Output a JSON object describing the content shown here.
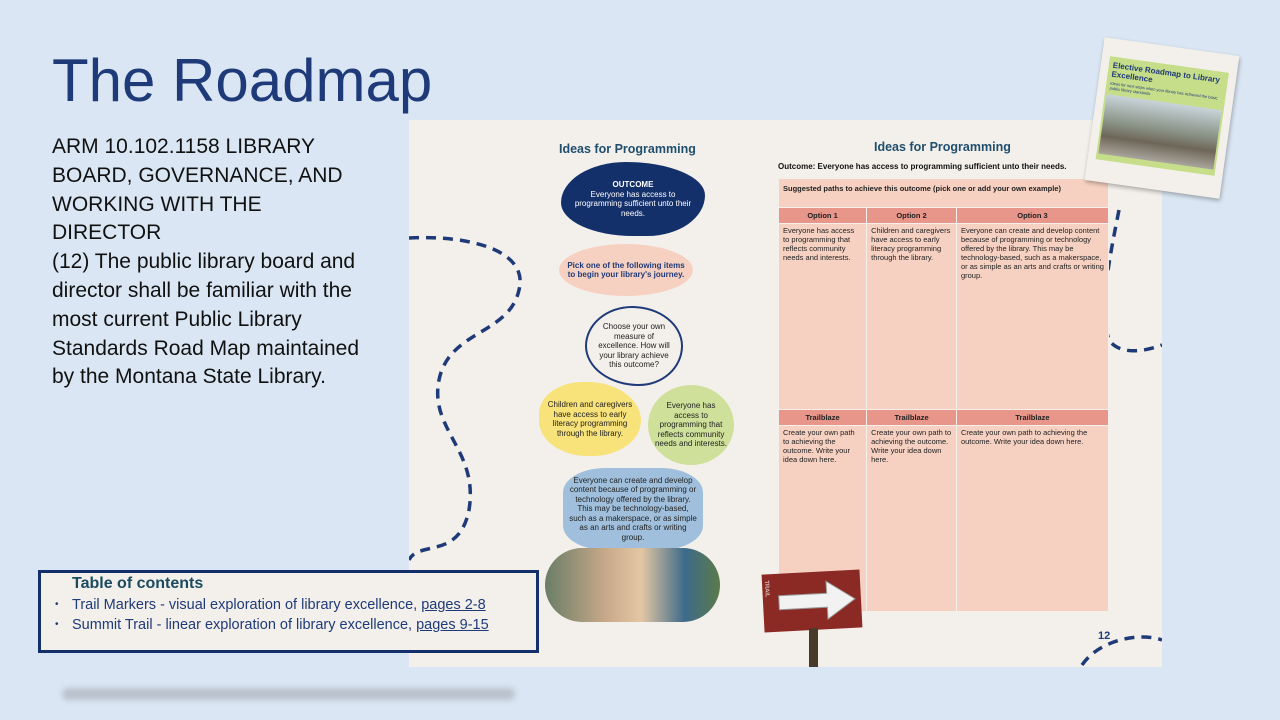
{
  "slide": {
    "title": "The Roadmap",
    "body": "ARM 10.102.1158 LIBRARY BOARD, GOVERNANCE, AND WORKING WITH THE DIRECTOR\n(12)  The public library board and director shall be familiar with the most current Public Library Standards Road Map maintained by the Montana State Library."
  },
  "doc": {
    "left_title": "Ideas for Programming",
    "outcome_label": "OUTCOME",
    "outcome_text": "Everyone has access to programming sufficient unto their needs.",
    "pick": "Pick one of the following items to begin your library's journey.",
    "choose": "Choose your own measure of excellence. How will your library achieve this outcome?",
    "yellow": "Children and caregivers have access to early literacy programming through the library.",
    "green": "Everyone has access to programming that reflects community needs and interests.",
    "blue": "Everyone can create and develop content because of programming or technology offered by the library. This may be technology-based, such as a makerspace, or as simple as an arts and crafts or writing group.",
    "right_title": "Ideas for Programming",
    "outcome_line": "Outcome: Everyone has access to programming sufficient unto their needs.",
    "suggested": "Suggested paths to achieve this outcome (pick one or add your own example)",
    "options": [
      {
        "header": "Option 1",
        "text": "Everyone has access to programming that reflects community needs and interests."
      },
      {
        "header": "Option 2",
        "text": "Children and caregivers have access to early literacy programming through the library."
      },
      {
        "header": "Option 3",
        "text": "Everyone can create and develop content because of programming or technology offered by the library. This may be technology-based, such as a makerspace, or as simple as an arts and crafts or writing group."
      }
    ],
    "trailblaze": [
      {
        "header": "Trailblaze",
        "text": "Create your own path to achieving the outcome. Write your idea down here."
      },
      {
        "header": "Trailblaze",
        "text": "Create your own path to achieving the outcome. Write your idea down here."
      },
      {
        "header": "Trailblaze",
        "text": "Create your own path to achieving the outcome. Write your idea down here."
      }
    ],
    "sign_text": "TRAIL",
    "page_number": "12"
  },
  "cover": {
    "title": "Elective Roadmap to Library Excellence",
    "subtitle": "Ideas for next steps when your library has achieved the basic public library standards"
  },
  "toc": {
    "heading": "Table of contents",
    "items": [
      {
        "text": "Trail Markers - visual exploration of library excellence, ",
        "link": "pages 2-8"
      },
      {
        "text": "Summit Trail - linear exploration of library excellence, ",
        "link": "pages 9-15"
      }
    ]
  }
}
